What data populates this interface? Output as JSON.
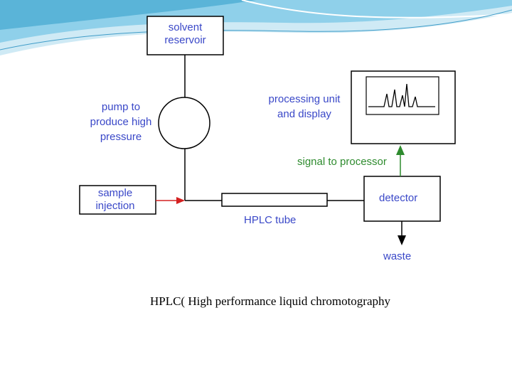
{
  "diagram": {
    "components": {
      "solvent_reservoir": "solvent\nreservoir",
      "pump": "pump to\nproduce high\npressure",
      "sample_injection": "sample\ninjection",
      "hplc_tube": "HPLC tube",
      "detector": "detector",
      "processing_unit": "processing unit\nand display",
      "signal": "signal to processor",
      "waste": "waste"
    },
    "colors": {
      "label_text": "#3a48c8",
      "signal_line": "#2e8b2e",
      "injection_arrow": "#d42020",
      "outline": "#000000",
      "header_wave": "#5ab4d8"
    },
    "caption": "HPLC( High performance liquid chromotography"
  }
}
